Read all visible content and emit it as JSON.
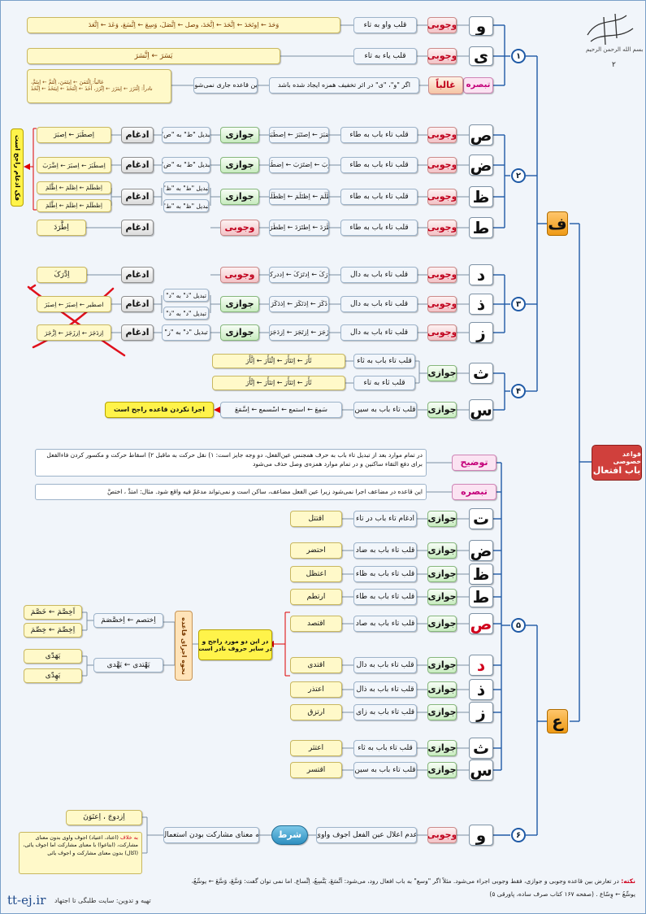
{
  "title": {
    "top": "قواعد خصوصی",
    "main": "باب افتعال"
  },
  "corner_mark": "۲",
  "fa": {
    "tile": "ف",
    "circles": [
      "۱",
      "۲",
      "۳",
      "۴"
    ],
    "waw": {
      "letter": "و",
      "rule": "قلب واو به تاء",
      "type": "وجوبی",
      "example": "وَحَدَ ← اِوتَحَدَ ← اِتَّحَدَ ← اِتَّحَدَ، وصل ← اِتَّصَلَ، وَسِعَ ← اِتَّسَعَ، وَعَدَ ← اِتَّعَدَ"
    },
    "ya": {
      "letter": "ی",
      "rule": "قلب یاء به تاء",
      "type": "وجوبی",
      "example": "یَسَرَ ← اِتَّسَرَ"
    },
    "tabsara": {
      "label": "تبصره",
      "type": "غالباً",
      "cond": "اگر \"و\"، \"ی\" در اثر تخفیف همزه ایجاد شده باشد",
      "result": "این قاعده جاری نمی‌شود",
      "ex1": "غالباً: اِئْتَمَنَ ← اِیتَمَنَ، اِئْتَمَّ ← اِیتَمَّ،",
      "ex2": "نادراً: اِئْتَزَرَ ← اِیتَزَرَ ← اِتَّزَرَ، أَخَذَ ← اِئْتَخَذَ ← اِیتَخَذَ ← اِتَّخَذَ"
    },
    "sad": {
      "letter": "ص",
      "type": "وجوبی",
      "rule": "قلب تاء باب به طاء",
      "ex": "صَبَرَ ← اِصتَبَرَ ← اِصطَبَرَ",
      "jawazi": "جوازی",
      "conv": "تبدیل \"ط\" به \"ص\"",
      "idgham": "ادغام",
      "result": "اِصطَبَرَ ← اِصبَرَ"
    },
    "dad": {
      "letter": "ض",
      "type": "وجوبی",
      "rule": "قلب تاء باب به طاء",
      "ex": "ضَرَبَ ← اِضتَرَبَ ← اِضطَرَبَ",
      "jawazi": "جوازی",
      "conv": "تبدیل \"ط\" به \"ض\"",
      "idgham": "ادغام",
      "result": "اِصطَبَرَ ← اِصبَرَ ← اِضَّرَبَ"
    },
    "za": {
      "letter": "ظ",
      "type": "وجوبی",
      "rule": "قلب تاء باب به طاء",
      "ex": "ظَلَمَ ← اِظتَلَمَ ← اِظطَلَمَ",
      "jawazi": "جوازی",
      "conv1": "تبدیل \"ط\" به \"ظ\"",
      "conv2": "تبدیل \"ظ\" به \"ط\"",
      "idgham": "ادغام",
      "result1": "اِظطَلَمَ ← اِظلَمَ ← اِظَّلَمَ",
      "result2": "اِظطَلَمَ ← اِطلَمَ ← اِطَّلَمَ"
    },
    "ta": {
      "letter": "ط",
      "type": "وجوبی",
      "rule": "قلب تاء باب به طاء",
      "ex": "طَرَدَ ← اِطتَرَدَ ← اِططَرَدَ",
      "wujubi2": "وجوبی",
      "idgham": "ادغام",
      "result": "اِطَّرَدَ"
    },
    "side_note": "فک ادغام راجح است",
    "dal": {
      "letter": "د",
      "type": "وجوبی",
      "rule": "قلب تاء باب به دال",
      "ex": "دَرَکَ ← اِدتَرَکَ ← اِددرک",
      "wujubi2": "وجوبی",
      "idgham": "ادغام",
      "result": "اِدَّرَکَ"
    },
    "dhal": {
      "letter": "ذ",
      "type": "وجوبی",
      "rule": "قلب تاء باب به دال",
      "ex": "ذَکَرَ ← اِذتَکَرَ ← اِذدَکَرَ",
      "jawazi": "جوازی",
      "conv1": "تبدیل \"ذ\" به \"د\"",
      "conv2": "تبدیل \"د\" به \"ذ\"",
      "idgham": "ادغام",
      "result": "اصطبر ← اِصبَرَ ← اِصبَرَ"
    },
    "zay": {
      "letter": "ز",
      "type": "وجوبی",
      "rule": "قلب تاء باب به دال",
      "ex": "زَجَرَ ← اِزتَجَرَ ← اِزدَجَرَ",
      "jawazi": "جوازی",
      "conv": "تبدیل \"د\" به \"ز\"",
      "idgham": "ادغام",
      "result": "اِزدَجَرَ ← اِززَجَرَ ← اِزَّجَرَ"
    },
    "tha": {
      "letter": "ث",
      "type": "جوازی",
      "rule1": "قلب تاء باب به ثاء",
      "rule2": "قلب ثاء به تاء",
      "ex1": "ثَأَرَ ← اِثتَأَرَ ← اِثْثَأَرَ ← اِثَّأَرَ",
      "ex2": "ثَأَرَ ← اِثتَأَرَ ← اِتتَأَرَ ← اِتَّأَرَ"
    },
    "sin": {
      "letter": "س",
      "type": "جوازی",
      "rule": "قلب تاء باب به سین",
      "ex": "سَمِعَ ← استمع ← اسْسمع ← اِسَّمَعَ",
      "result": "اجرا نکردن قاعده راجح است"
    }
  },
  "ain": {
    "tile": "ع",
    "circles": [
      "۵",
      "۶"
    ],
    "tawdih": {
      "label": "توضیح",
      "text": "در تمام موارد بعد از تبدیل تاء باب به حرف همجنس عین‌الفعل، دو وجه جایز است: ۱) نقل حرکت به ماقبل ۲) اسقاط حرکت و مکسور کردن فاءالفعل برای دفع التقاء ساکنین و در تمام موارد همزه‌ی وصل حذف می‌شود"
    },
    "tabsara": {
      "label": "تبصره",
      "text": "این قاعده در مضاعف اجرا نمی‌شود زیرا عین الفعل مضاعف، ساکن است و نمی‌تواند مدغمٌ فیه واقع شود. مثال: امتدَّ ، اختصَّ"
    },
    "rows": [
      {
        "letter": "ت",
        "type": "جوازی",
        "rule": "ادغام تاء باب در تاء",
        "ex": "اقتتل"
      },
      {
        "letter": "ض",
        "type": "جوازی",
        "rule": "قلب تاء باب به ضاد",
        "ex": "احتضر"
      },
      {
        "letter": "ظ",
        "type": "جوازی",
        "rule": "قلب تاء باب به ظاء",
        "ex": "اعتظل"
      },
      {
        "letter": "ط",
        "type": "جوازی",
        "rule": "قلب تاء باب به طاء",
        "ex": "ارتطم"
      },
      {
        "letter": "ص",
        "type": "جوازی",
        "rule": "قلب تاء باب به صاد",
        "ex": "اقتصد"
      },
      {
        "letter": "د",
        "type": "جوازی",
        "rule": "قلب تاء باب به دال",
        "ex": "اقتدی"
      },
      {
        "letter": "ذ",
        "type": "جوازی",
        "rule": "قلب تاء باب به ذال",
        "ex": "اعتذر"
      },
      {
        "letter": "ز",
        "type": "جوازی",
        "rule": "قلب تاء باب به زای",
        "ex": "ارتزق"
      },
      {
        "letter": "ث",
        "type": "جوازی",
        "rule": "قلب تاء باب به ثاء",
        "ex": "اعتثر"
      },
      {
        "letter": "س",
        "type": "جوازی",
        "rule": "قلب تاء باب به سین",
        "ex": "اقتسر"
      }
    ],
    "raj_note": {
      "l1": "در این دو مورد راجح و",
      "l2": "در سایر حروف نادر است"
    },
    "method": "نحوه اجرای قاعده",
    "m1": "اِختصم ← اِخصَّصَمَ",
    "m1a": "اَخِصَّمَ ← خَصَّمَ",
    "m1b": "اِخِصِّمَ ← خِصِّمَ",
    "m2": "یَهْتدی ← یَهَّدی",
    "m2a": "یَهَدّی",
    "m2b": "یَهِدّی",
    "waw": {
      "letter": "و",
      "type": "وجوبی",
      "rule": "عدم اعلال عین الفعل اجوف واوی",
      "cond_label": "شرط",
      "cond": "به معنای مشارکت بودن استعمال",
      "ex": "اِزدوجَ ، اِعتَوَنَ",
      "note_label": "به خلاف",
      "note": "(اعتاد، اعتیاد) اجوف واوی بدون معنای مشارکت، (ابتاعوا) با معنای مشارکت اما اجوف یائی، (اکال) بدون معنای مشارکت و اجوف یائی"
    }
  },
  "footer": {
    "note_label": "نکته:",
    "note": "در تعارض بین قاعده وجوبی و جوازی، فقط وجوبی اجراء می‌شود. مثلاً اگر \"وسع\" به باب افعال رود، می‌شود: اَتَّسَعَ، یَتَّسِعُ، اِتِّساع. اما نمی توان گفت: وَسَّعَ، وَسَّعَ ← یوسِّعُ،",
    "note2": "یوسِّعُ ← وِسّاع . (صفحه ۱۶۷ کتاب صرف ساده، پاورقی ۵)",
    "credit": "تهیه و تدوین: سایت طلبگی تا اجتهاد",
    "site": "tt-ej.ir"
  },
  "calligraphy": "بسم الله الرحمن الرحیم"
}
